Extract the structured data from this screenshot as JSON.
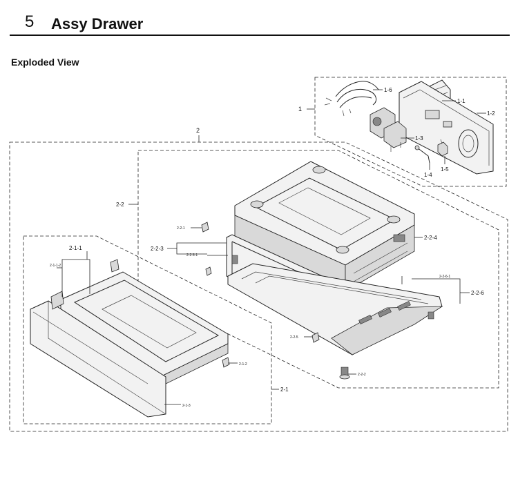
{
  "header": {
    "section_number": "5",
    "section_title": "Assy Drawer"
  },
  "subtitle": "Exploded View",
  "callouts": {
    "c1": "1",
    "c1_1": "1-1",
    "c1_2": "1-2",
    "c1_3": "1-3",
    "c1_4": "1-4",
    "c1_5": "1-5",
    "c1_6": "1-6",
    "c2": "2",
    "c2_1": "2-1",
    "c2_1_1": "2-1-1",
    "c2_1_1_2": "2-1-1-2",
    "c2_1_2": "2-1-2",
    "c2_1_3": "2-1-3",
    "c2_2": "2-2",
    "c2_2_1": "2-2-1",
    "c2_2_2": "2-2-2",
    "c2_2_3": "2-2-3",
    "c2_2_3_1": "2-2-3-1",
    "c2_2_4": "2-2-4",
    "c2_2_5": "2-2-5",
    "c2_2_6": "2-2-6",
    "c2_2_6_1": "2-2-6-1"
  }
}
